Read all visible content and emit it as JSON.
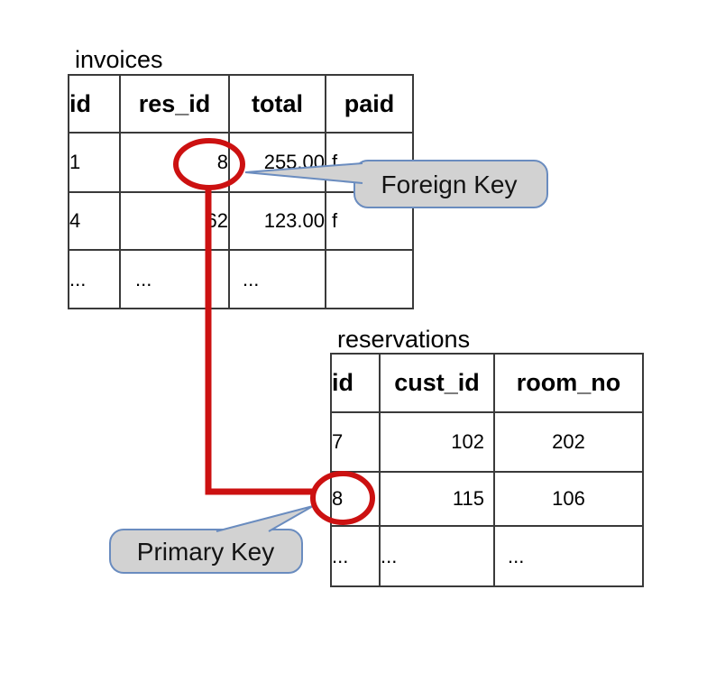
{
  "colors": {
    "accent_red": "#cc1111",
    "callout_fill": "#d2d2d2",
    "callout_stroke": "#6a8cbf",
    "table_border": "#3a3a3a"
  },
  "invoices_table": {
    "title": "invoices",
    "headers": [
      "id",
      "res_id",
      "total",
      "paid"
    ],
    "rows": [
      [
        "1",
        "8",
        "255.00",
        "f"
      ],
      [
        "4",
        "62",
        "123.00",
        "f"
      ],
      [
        "...",
        "...",
        "...",
        ""
      ]
    ]
  },
  "reservations_table": {
    "title": "reservations",
    "headers": [
      "id",
      "cust_id",
      "room_no"
    ],
    "rows": [
      [
        "7",
        "102",
        "202"
      ],
      [
        "8",
        "115",
        "106"
      ],
      [
        "...",
        "...",
        "..."
      ]
    ]
  },
  "callouts": {
    "foreign_key": "Foreign Key",
    "primary_key": "Primary Key"
  }
}
